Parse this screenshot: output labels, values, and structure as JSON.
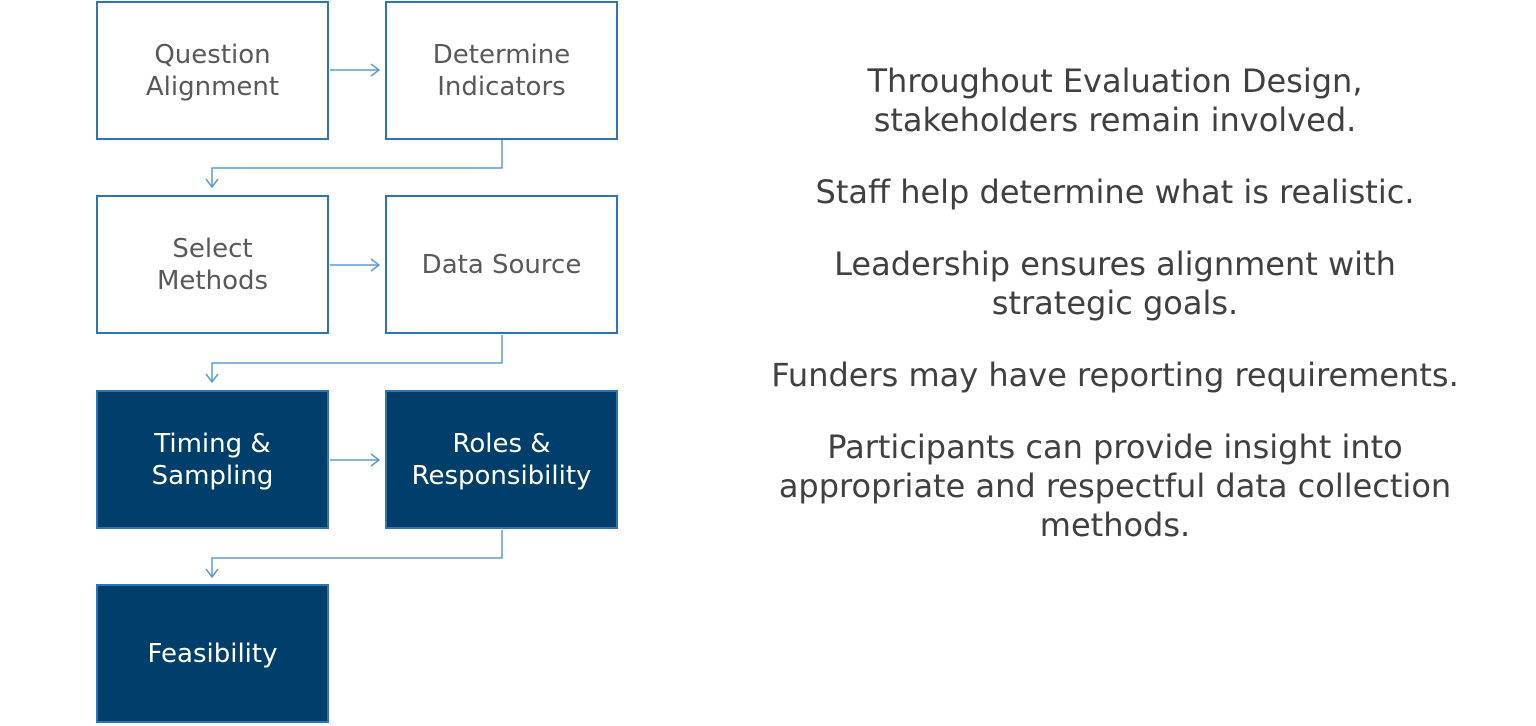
{
  "steps": [
    {
      "label": "Question\nAlignment",
      "style": "light"
    },
    {
      "label": "Determine\nIndicators",
      "style": "light"
    },
    {
      "label": "Select\nMethods",
      "style": "light"
    },
    {
      "label": "Data Source",
      "style": "light"
    },
    {
      "label": "Timing &\nSampling",
      "style": "dark"
    },
    {
      "label": "Roles &\nResponsibility",
      "style": "dark"
    },
    {
      "label": "Feasibility",
      "style": "dark"
    }
  ],
  "colors": {
    "box_border": "#2e75b6",
    "dark_fill": "#003f6b",
    "light_text": "#595959",
    "connector": "#5b9bd5",
    "body_text": "#404040"
  },
  "notes": [
    "Throughout Evaluation Design,\nstakeholders remain involved.",
    "Staff help determine what is realistic.",
    "Leadership ensures alignment with\nstrategic goals.",
    "Funders may have reporting requirements.",
    "Participants can provide insight into\nappropriate and respectful data collection\nmethods."
  ]
}
